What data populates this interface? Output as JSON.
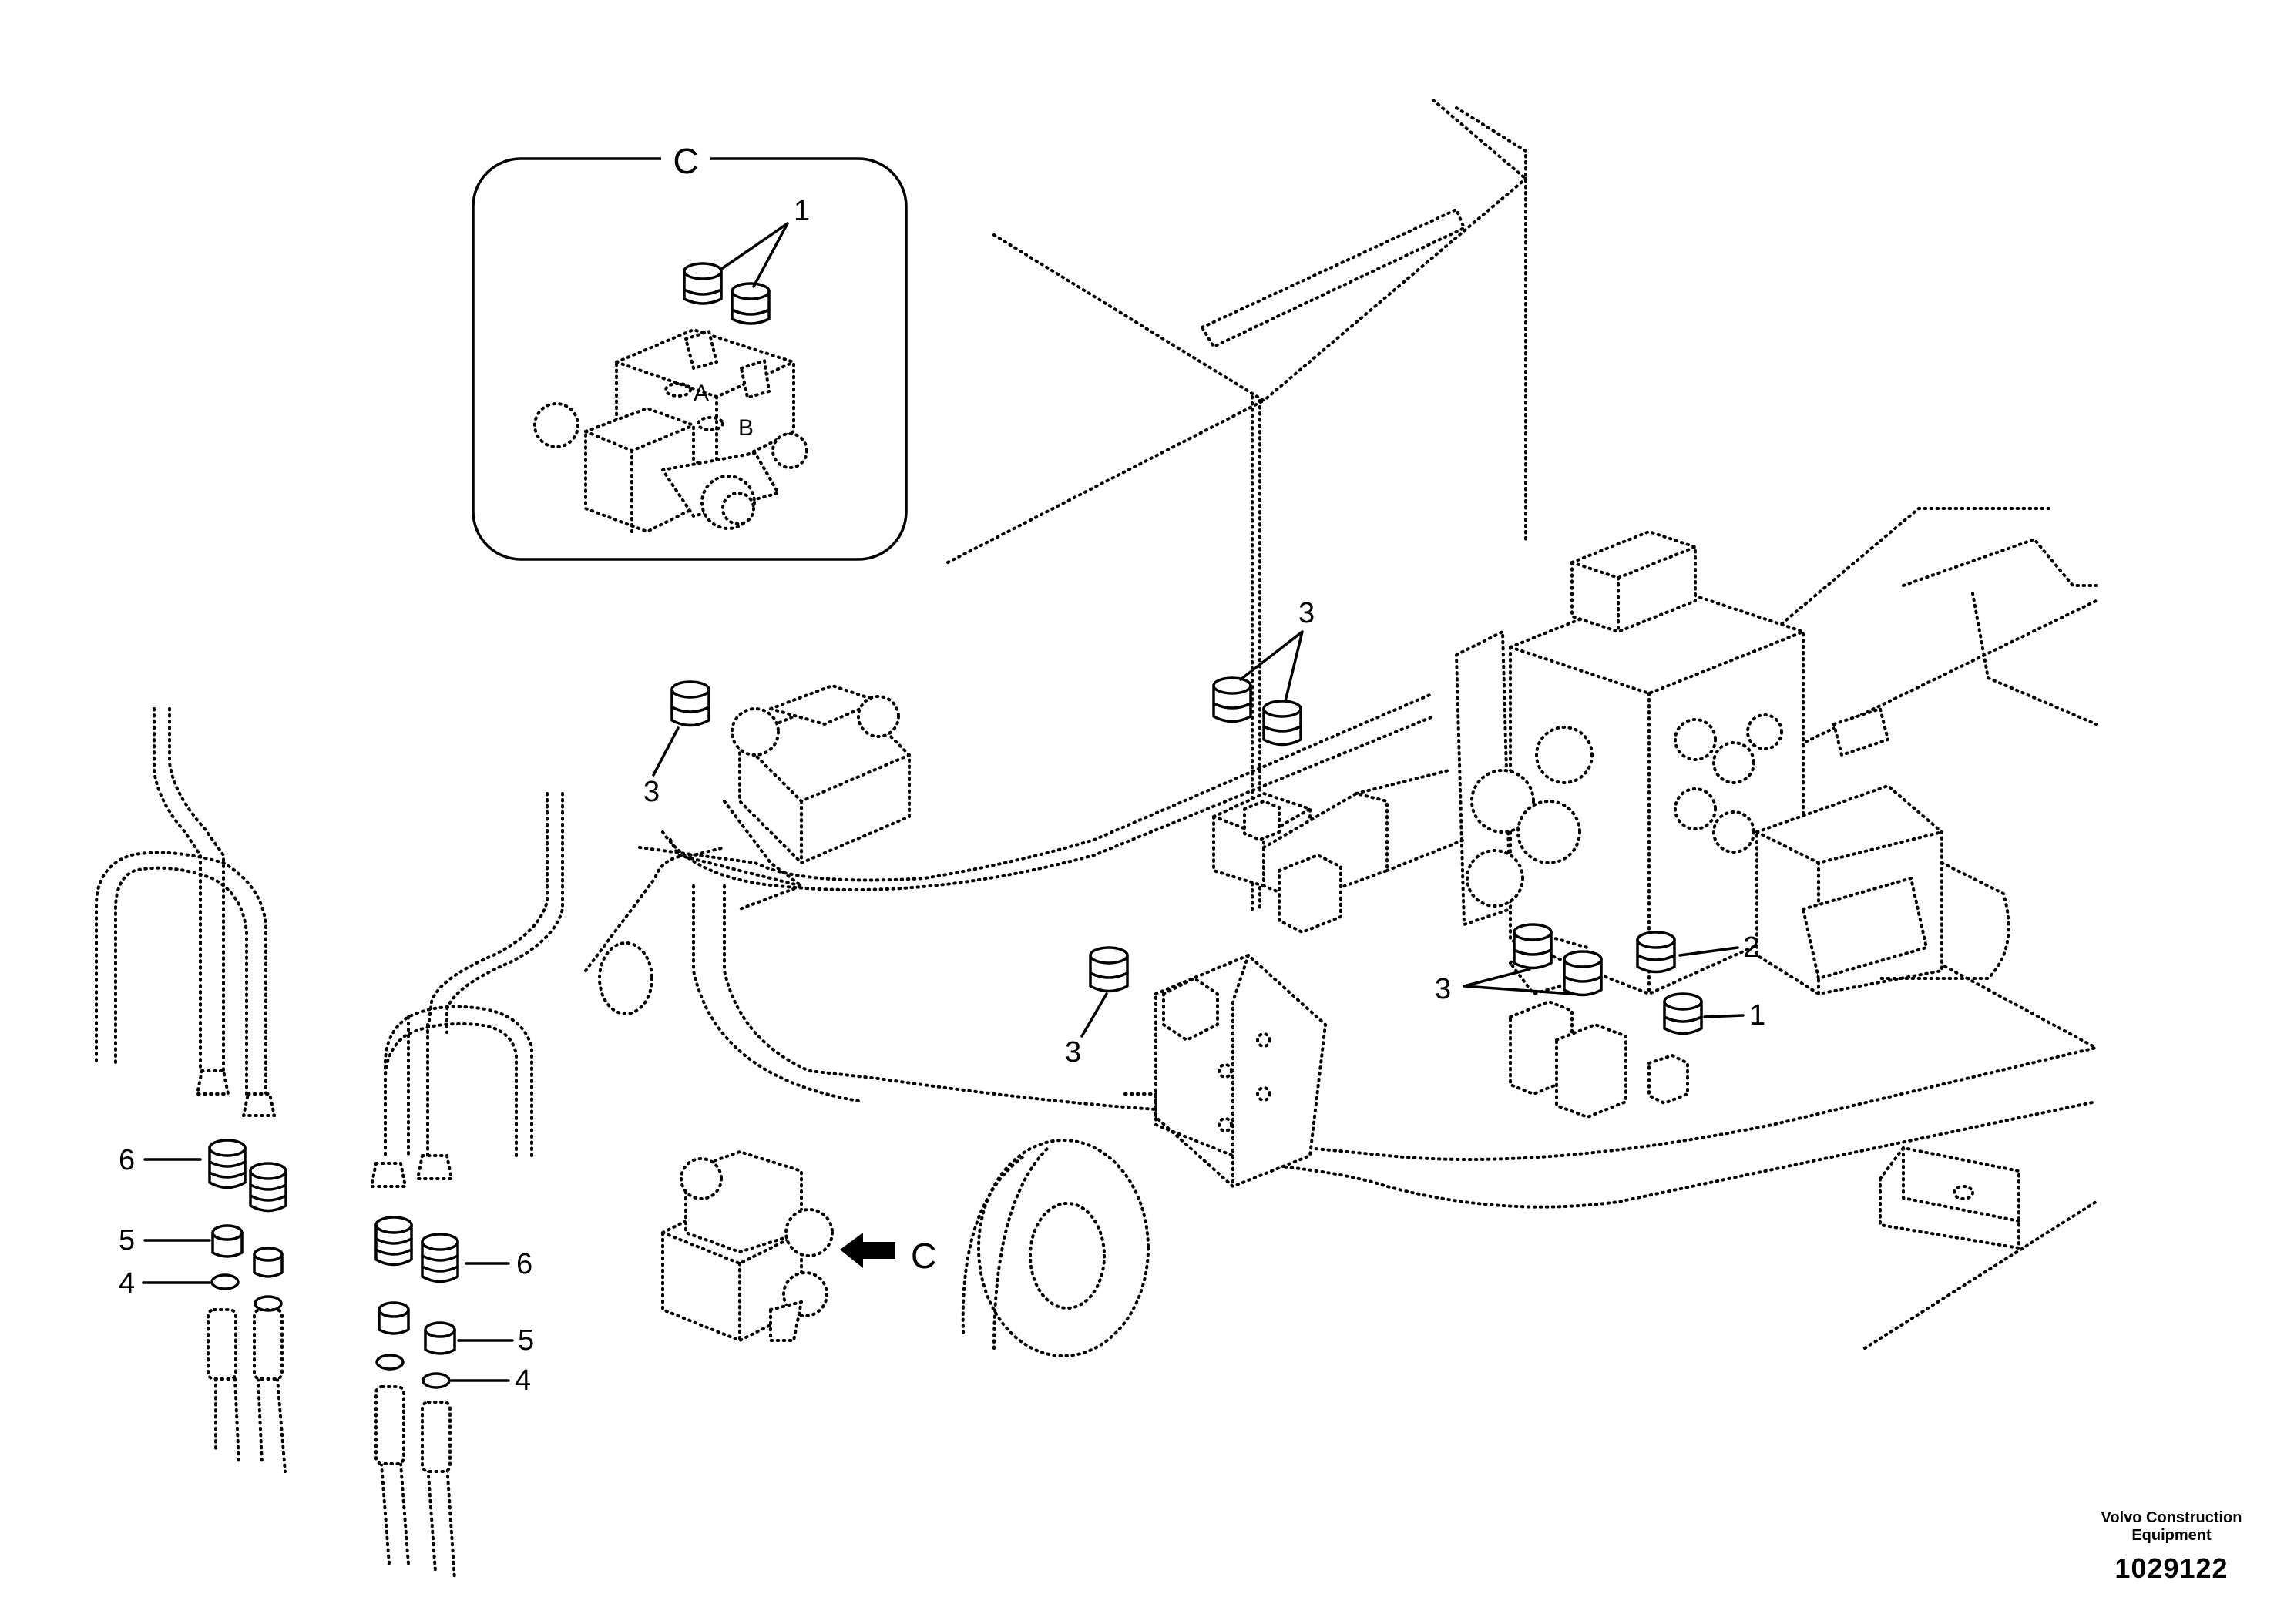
{
  "detail_view": {
    "label": "C",
    "port_a": "A",
    "port_b": "B"
  },
  "callouts": [
    "1",
    "2",
    "3",
    "4",
    "5",
    "6"
  ],
  "view_arrow_label": "C",
  "publisher": {
    "line1": "Volvo Construction",
    "line2": "Equipment"
  },
  "drawing_number": "1029122"
}
